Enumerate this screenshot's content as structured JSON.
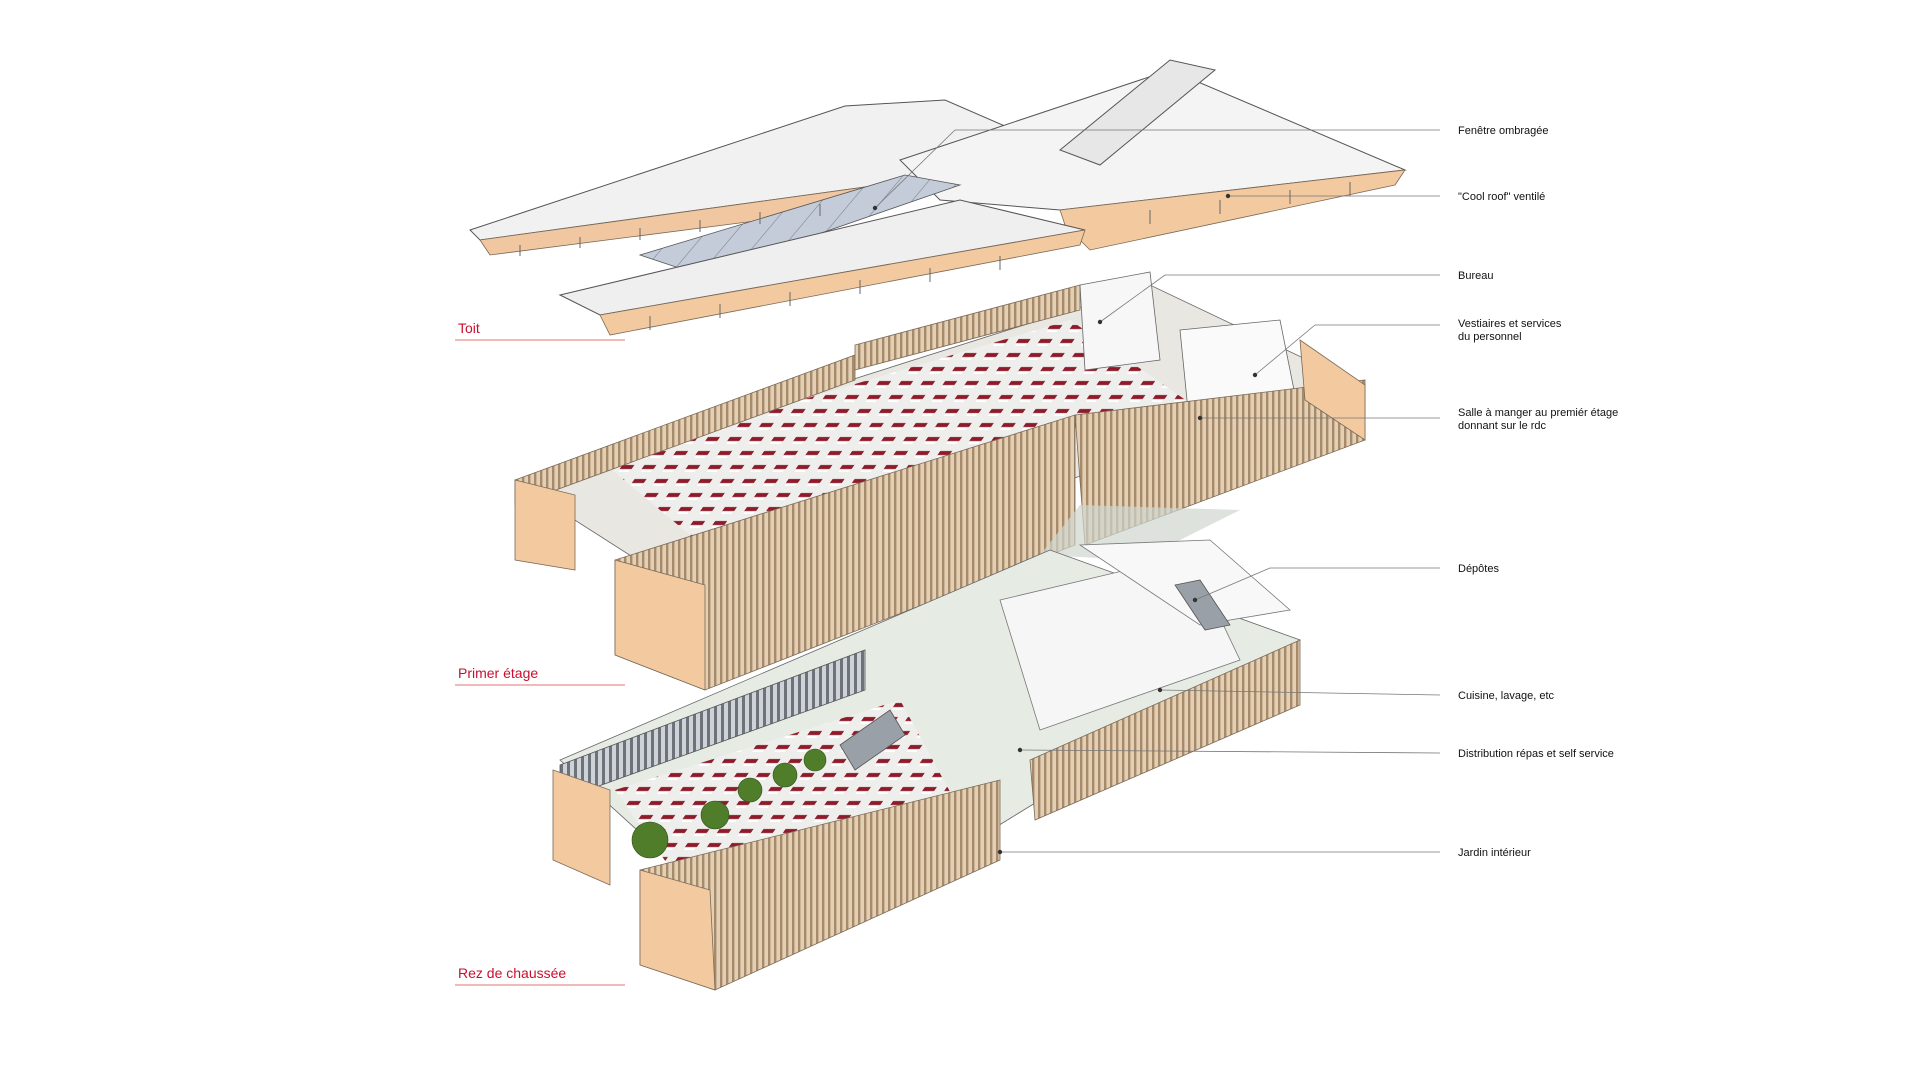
{
  "levels": {
    "roof": "Toit",
    "first": "Primer étage",
    "ground": "Rez de chaussée"
  },
  "callouts": {
    "shaded_window": "Fenêtre ombragée",
    "cool_roof": "\"Cool roof\" ventilé",
    "office": "Bureau",
    "changing_1": "Vestiaires et services",
    "changing_2": "du personnel",
    "dining_1": "Salle à manger au premiér étage",
    "dining_2": "donnant sur le rdc",
    "storage": "Dépôtes",
    "kitchen": "Cuisine, lavage, etc",
    "serving": "Distribution répas et self service",
    "garden": "Jardin intérieur"
  },
  "colors": {
    "roof": "#f2f2f2",
    "timber": "#f3c9a0",
    "slat": "#b59a7a",
    "glass": "#bfc7d6",
    "table": "#8e1b2a",
    "floor": "#e9ebe7",
    "tree": "#4f7d2a",
    "label_red": "#c8102e"
  }
}
